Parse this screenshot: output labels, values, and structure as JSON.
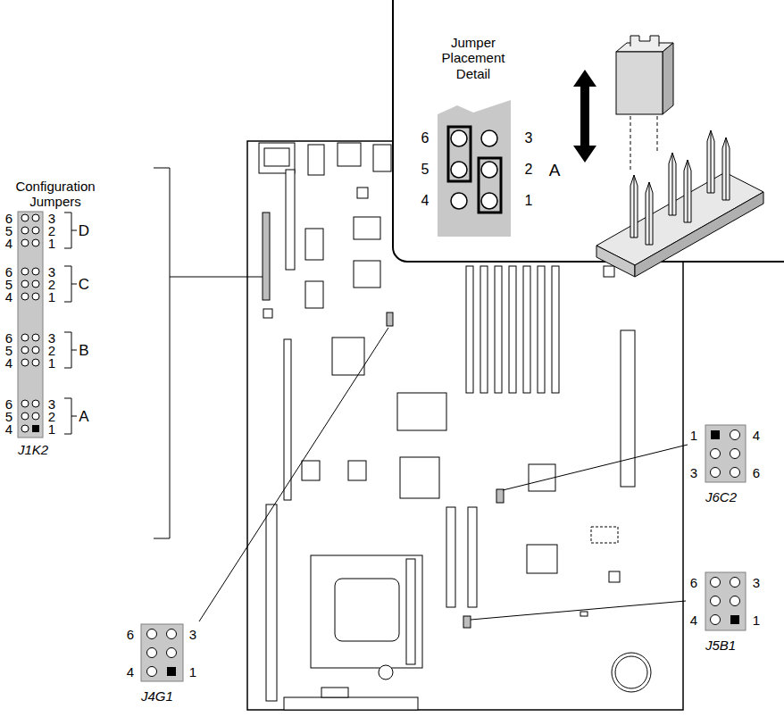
{
  "diagram": {
    "nodes": [
      {
        "text": [
          "Jumper Placement Detail"
        ]
      },
      {
        "text": [
          "Configuration Jumpers",
          "J1K2"
        ]
      },
      {
        "text": [
          "J6C2"
        ]
      },
      {
        "text": [
          "J5B1"
        ]
      },
      {
        "text": [
          "J4G1"
        ]
      }
    ],
    "labels": [
      "6",
      "3",
      "5",
      "2",
      "D",
      "4",
      "1",
      "6",
      "3",
      "5",
      "2",
      "C",
      "4",
      "1",
      "6",
      "3",
      "5",
      "2",
      "B",
      "4",
      "1",
      "6",
      "3",
      "5",
      "2",
      "A",
      "4",
      "1",
      "6",
      "3",
      "5",
      "2",
      "A",
      "4",
      "1",
      "1",
      "4",
      "3",
      "6",
      "6",
      "3",
      "4",
      "1",
      "6",
      "3",
      "4",
      "1"
    ]
  }
}
